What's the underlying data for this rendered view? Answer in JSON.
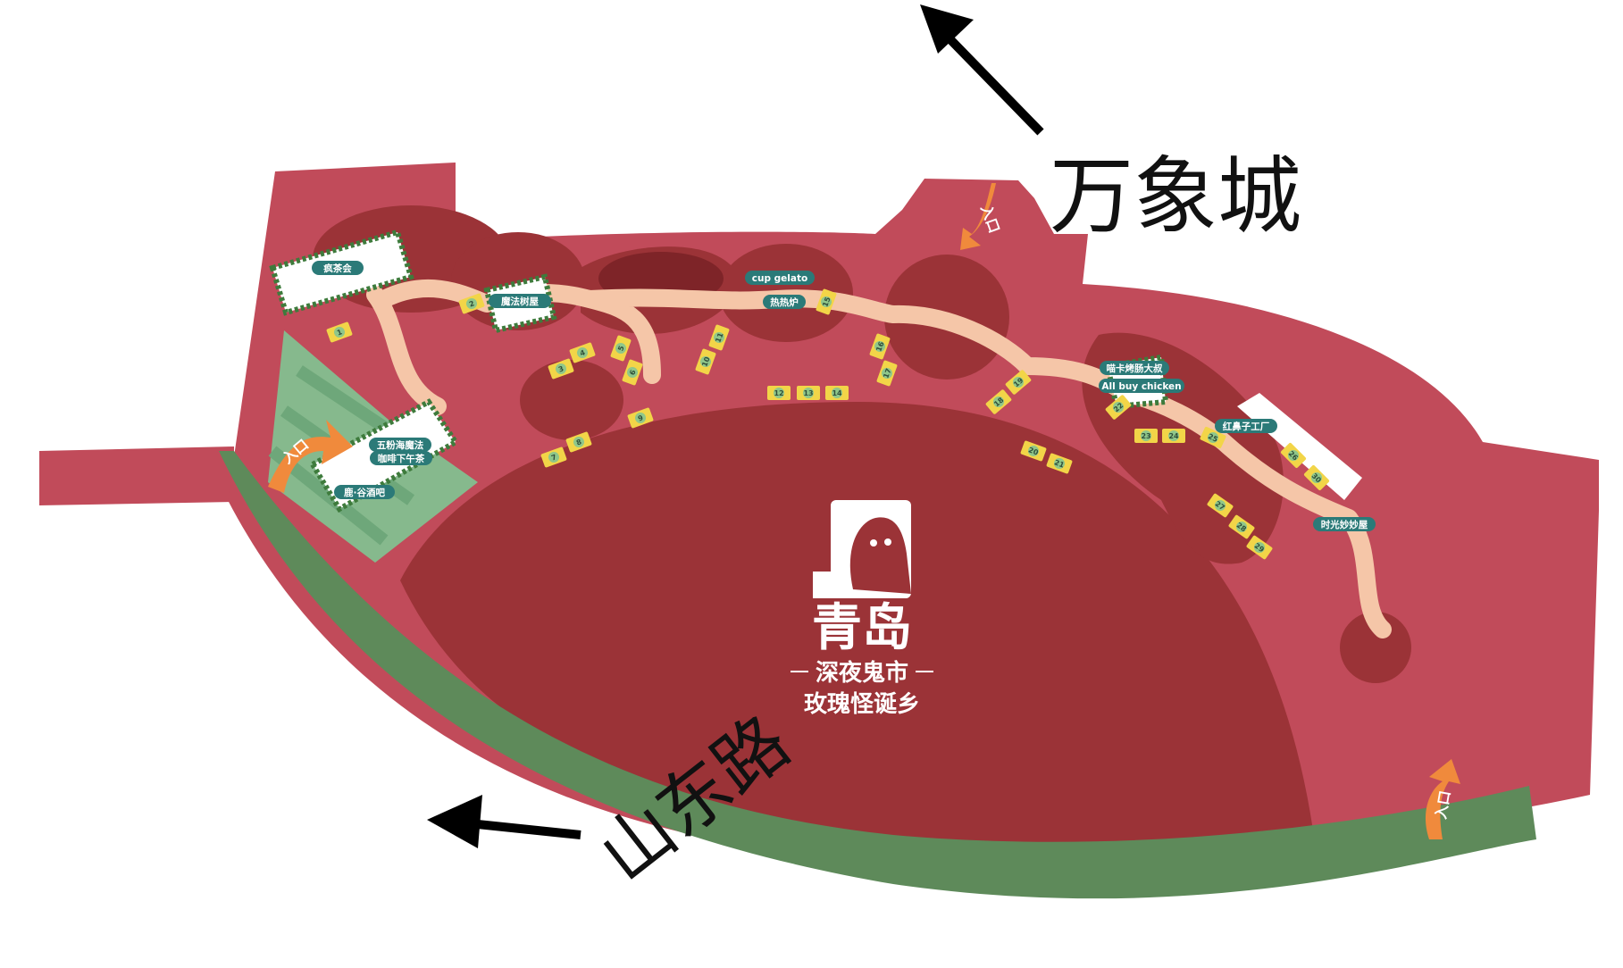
{
  "roads": {
    "north": "万象城",
    "south": "山东路"
  },
  "logo": {
    "title": "青岛",
    "subtitle": "深夜鬼市",
    "tagline": "玫瑰怪诞乡"
  },
  "entrance_label": "入口",
  "shops": {
    "crazy_tea": "疯茶会",
    "magic_tree": "魔法树屋",
    "cup_gelato": "cup gelato",
    "hot_stove": "热热炉",
    "wulinghai": "五粉海魔法",
    "coffee_tea": "咖啡下午茶",
    "lu_wine": "鹿·谷酒吧",
    "kaka_bbq": "喵卡烤肠大叔",
    "all_buy_chicken": "All buy chicken",
    "red_nose": "红鼻子工厂",
    "time_house": "时光妙妙屋"
  },
  "stalls": [
    "1",
    "2",
    "3",
    "4",
    "5",
    "6",
    "7",
    "8",
    "9",
    "10",
    "11",
    "12",
    "13",
    "14",
    "15",
    "16",
    "17",
    "18",
    "19",
    "20",
    "21",
    "22",
    "23",
    "24",
    "25",
    "26",
    "27",
    "28",
    "29",
    "30"
  ],
  "colors": {
    "plaza": "#c14b5a",
    "center": "#9b3337",
    "path": "#f5c6a8",
    "road": "#5e8a5a",
    "lawn": "#86b98d",
    "stall": "#f2d548",
    "entrance": "#f08a3c"
  }
}
